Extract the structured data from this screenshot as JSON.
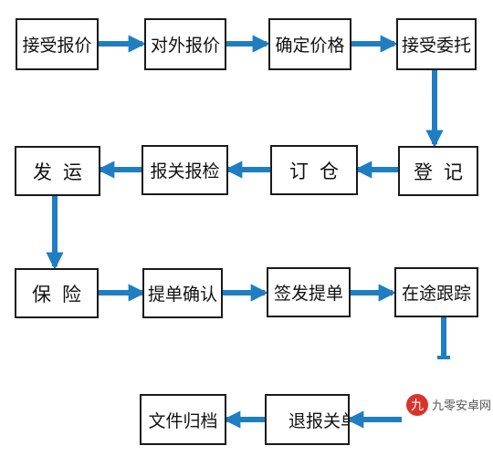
{
  "flow": {
    "accept_quote": "接受报价",
    "external_quote": "对外报价",
    "confirm_price": "确定价格",
    "accept_entrust": "接受委托",
    "register": "登记",
    "book_space": "订仓",
    "customs_inspection": "报关报检",
    "ship": "发运",
    "insurance": "保险",
    "bl_confirm": "提单确认",
    "issue_bl": "签发提单",
    "in_transit_tracking": "在途跟踪",
    "customs_refund": "退报关单",
    "file_archive": "文件归档"
  },
  "colors": {
    "arrow": "#1f7ec2",
    "border": "#1a1a1a",
    "watermark_accent": "#d9342b"
  },
  "watermark": {
    "icon": "nine-badge-icon",
    "logo_text": "九零安卓网"
  }
}
